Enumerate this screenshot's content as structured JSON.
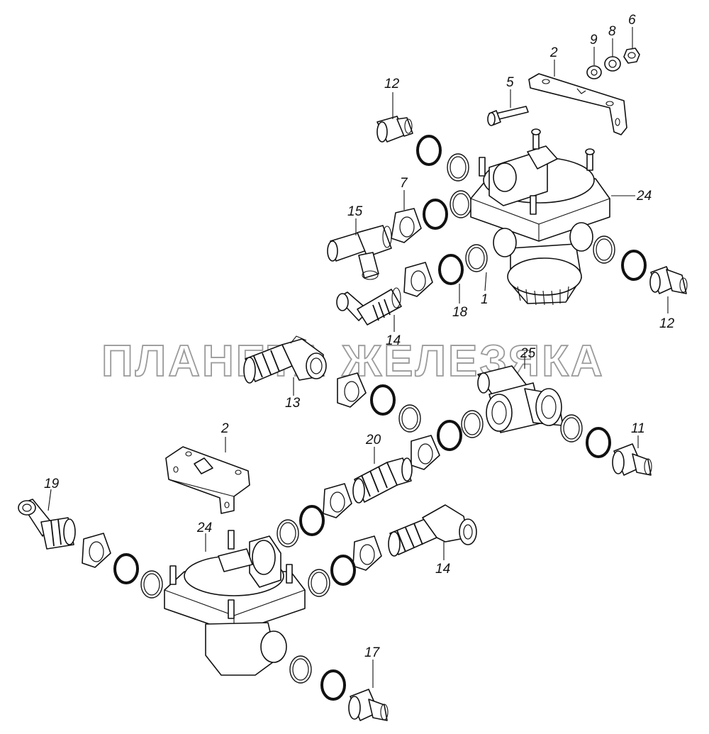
{
  "watermark": "ПЛАНЕТА ЖЕЛЕЗЯКА",
  "callouts": {
    "c2_top": "2",
    "c9": "9",
    "c8": "8",
    "c6": "6",
    "c5": "5",
    "c12_top": "12",
    "c7": "7",
    "c15": "15",
    "c24_top": "24",
    "c1": "1",
    "c18": "18",
    "c14_top": "14",
    "c12_right": "12",
    "c25": "25",
    "c13": "13",
    "c2_bottom": "2",
    "c20": "20",
    "c11": "11",
    "c19": "19",
    "c24_bottom": "24",
    "c14_bottom": "14",
    "c17": "17"
  }
}
